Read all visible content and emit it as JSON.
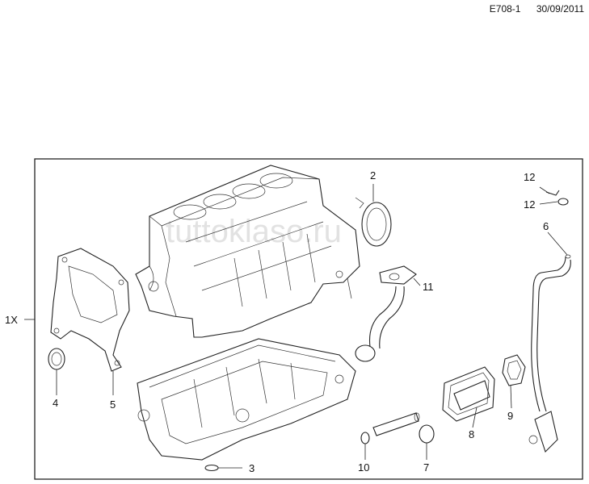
{
  "header": {
    "code": "E708-1",
    "date": "30/09/2011"
  },
  "watermark": "tuttoklaso.ru",
  "callouts": {
    "group": "1X",
    "c2": "2",
    "c3": "3",
    "c4": "4",
    "c5": "5",
    "c6": "6",
    "c7": "7",
    "c8": "8",
    "c9": "9",
    "c10": "10",
    "c11": "11",
    "c12a": "12",
    "c12b": "12"
  }
}
